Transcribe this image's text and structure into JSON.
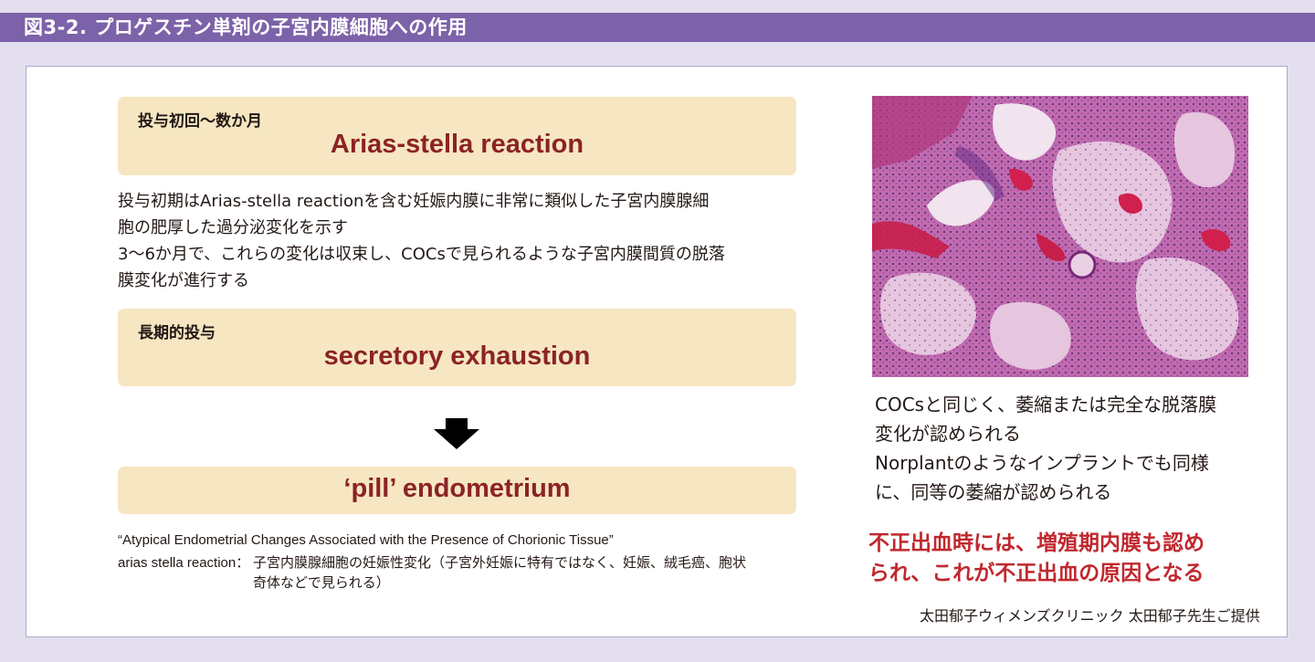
{
  "header": {
    "title": "図3-2.  プロゲスチン単剤の子宮内膜細胞への作用"
  },
  "stage1": {
    "label": "投与初回〜数か月",
    "term": "Arias-stella reaction"
  },
  "stage1_description": {
    "lines": [
      "投与初期はArias-stella reactionを含む妊娠内膜に非常に類似した子宮内膜腺細",
      "胞の肥厚した過分泌変化を示す",
      "3〜6か月で、これらの変化は収束し、COCsで見られるような子宮内膜間質の脱落",
      "膜変化が進行する"
    ]
  },
  "stage2": {
    "label": "長期的投与",
    "term": "secretory exhaustion"
  },
  "arrow_icon": "down-arrow-icon",
  "stage3": {
    "term": "‘pill’ endometrium"
  },
  "footnote": {
    "source": "“Atypical Endometrial Changes Associated with the Presence of Chorionic Tissue”",
    "label": "arias stella reaction：",
    "definition_lines": [
      "子宮内膜腺細胞の妊娠性変化（子宮外妊娠に特有ではなく、妊娠、絨毛癌、胞状",
      "奇体などで見られる）"
    ]
  },
  "micrograph": {
    "icon": "histology-micrograph-image",
    "colors": {
      "stroma": "#c06ab0",
      "gland": "#e8c8e2",
      "nuclei": "#3d1a5a",
      "blood": "#c81e4a"
    }
  },
  "caption": {
    "lines": [
      "COCsと同じく、萎縮または完全な脱落膜",
      "変化が認められる",
      "Norplantのようなインプラントでも同様",
      "に、同等の萎縮が認められる"
    ]
  },
  "warning": {
    "lines": [
      "不正出血時には、増殖期内膜も認め",
      "られ、これが不正出血の原因となる"
    ]
  },
  "credit": "太田郁子ウィメンズクリニック 太田郁子先生ご提供",
  "colors": {
    "header_bg": "#7c62a8",
    "page_bg": "#e3dfee",
    "bar_bg": "#f6e6c1",
    "term_text": "#8b2326",
    "warning_text": "#c0282e"
  }
}
